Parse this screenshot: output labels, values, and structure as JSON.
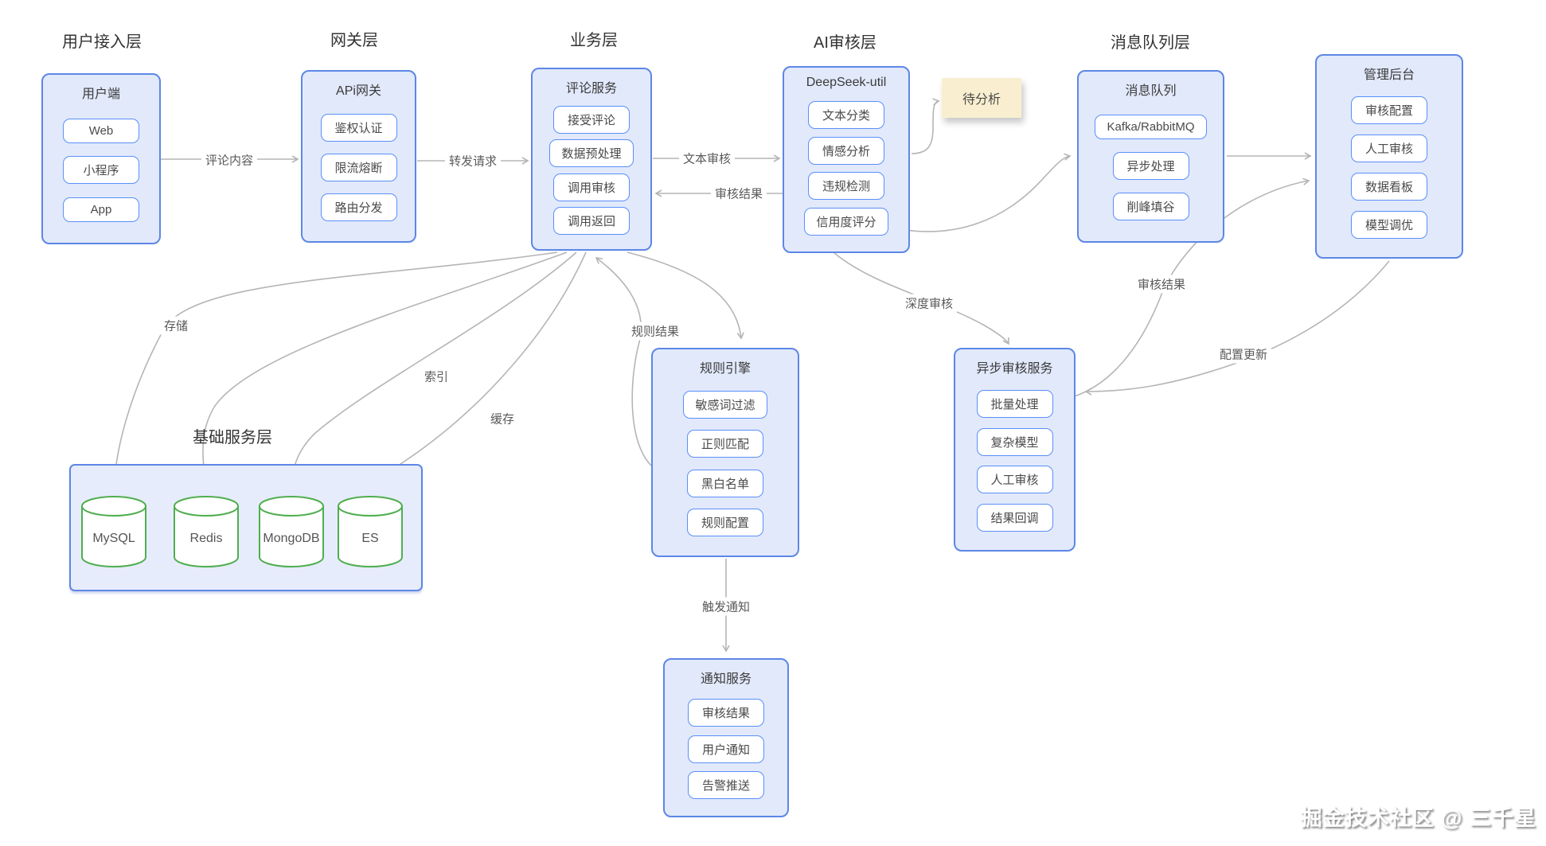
{
  "colors": {
    "box_border": "#5d87e6",
    "box_fill": "#e1e9fb",
    "item_border": "#5b8ff9",
    "line": "#b5b5b5",
    "cyl_border": "#4fae4f",
    "sticky_fill": "#f9efd0"
  },
  "layer_titles": {
    "user": "用户接入层",
    "gateway": "网关层",
    "business": "业务层",
    "ai": "AI审核层",
    "mq": "消息队列层",
    "base": "基础服务层"
  },
  "groups": {
    "client": {
      "title": "用户端",
      "items": [
        "Web",
        "小程序",
        "App"
      ]
    },
    "gateway": {
      "title": "APi网关",
      "items": [
        "鉴权认证",
        "限流熔断",
        "路由分发"
      ]
    },
    "comment": {
      "title": "评论服务",
      "items": [
        "接受评论",
        "数据预处理",
        "调用审核",
        "调用返回"
      ]
    },
    "deepseek": {
      "title": "DeepSeek-util",
      "items": [
        "文本分类",
        "情感分析",
        "违规检测",
        "信用度评分"
      ]
    },
    "mq": {
      "title": "消息队列",
      "items": [
        "Kafka/RabbitMQ",
        "异步处理",
        "削峰填谷"
      ]
    },
    "admin": {
      "title": "管理后台",
      "items": [
        "审核配置",
        "人工审核",
        "数据看板",
        "模型调优"
      ]
    },
    "rule": {
      "title": "规则引擎",
      "items": [
        "敏感词过滤",
        "正则匹配",
        "黑白名单",
        "规则配置"
      ]
    },
    "async": {
      "title": "异步审核服务",
      "items": [
        "批量处理",
        "复杂模型",
        "人工审核",
        "结果回调"
      ]
    },
    "notify": {
      "title": "通知服务",
      "items": [
        "审核结果",
        "用户通知",
        "告警推送"
      ]
    }
  },
  "databases": [
    "MySQL",
    "Redis",
    "MongoDB",
    "ES"
  ],
  "sticky_note": "待分析",
  "edge_labels": {
    "comment_content": "评论内容",
    "forward_request": "转发请求",
    "text_audit": "文本审核",
    "audit_result": "审核结果",
    "store": "存储",
    "index": "索引",
    "cache": "缓存",
    "rule_result": "规则结果",
    "deep_audit": "深度审核",
    "audit_result_right": "审核结果",
    "config_update": "配置更新",
    "trigger_notify": "触发通知"
  },
  "watermark": "掘金技术社区 @ 三千星"
}
